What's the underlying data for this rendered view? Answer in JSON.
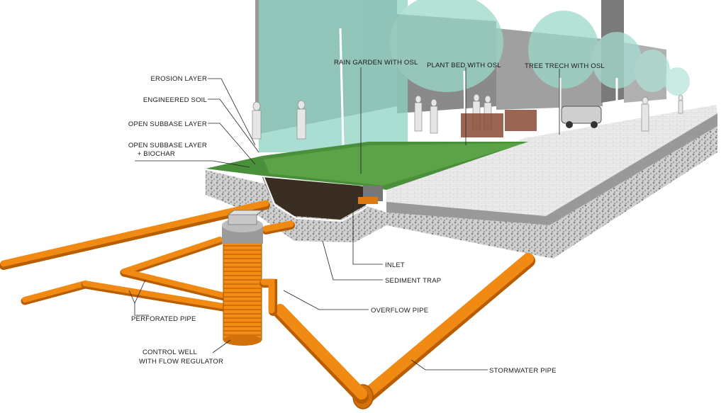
{
  "labels": {
    "erosion_layer": "EROSION LAYER",
    "engineered_soil": "ENGINEERED SOIL",
    "open_subbase_layer": "OPEN SUBBASE LAYER",
    "open_subbase_biochar_line1": "OPEN SUBBASE LAYER",
    "open_subbase_biochar_line2": "+ BIOCHAR",
    "rain_garden": "RAIN GARDEN WITH OSL",
    "plant_bed": "PLANT BED WITH OSL",
    "tree_trench": "TREE TRECH WITH OSL",
    "inlet": "INLET",
    "sediment_trap": "SEDIMENT TRAP",
    "overflow_pipe": "OVERFLOW PIPE",
    "perforated_pipe": "PERFORATED PIPE",
    "control_well_line1": "CONTROL WELL",
    "control_well_line2": "WITH FLOW REGULATOR",
    "stormwater_pipe": "STORMWATER PIPE"
  },
  "colors": {
    "pipe": "#f08a12",
    "pipe_shadow": "#b85e00",
    "tree_canopy": "#8fd3c4",
    "vegetation": "#4a8f3a",
    "gravel": "#c9c9c9",
    "pavement": "#e8e8e8",
    "soil": "#3a2d22",
    "building": "#8a8a8a"
  }
}
